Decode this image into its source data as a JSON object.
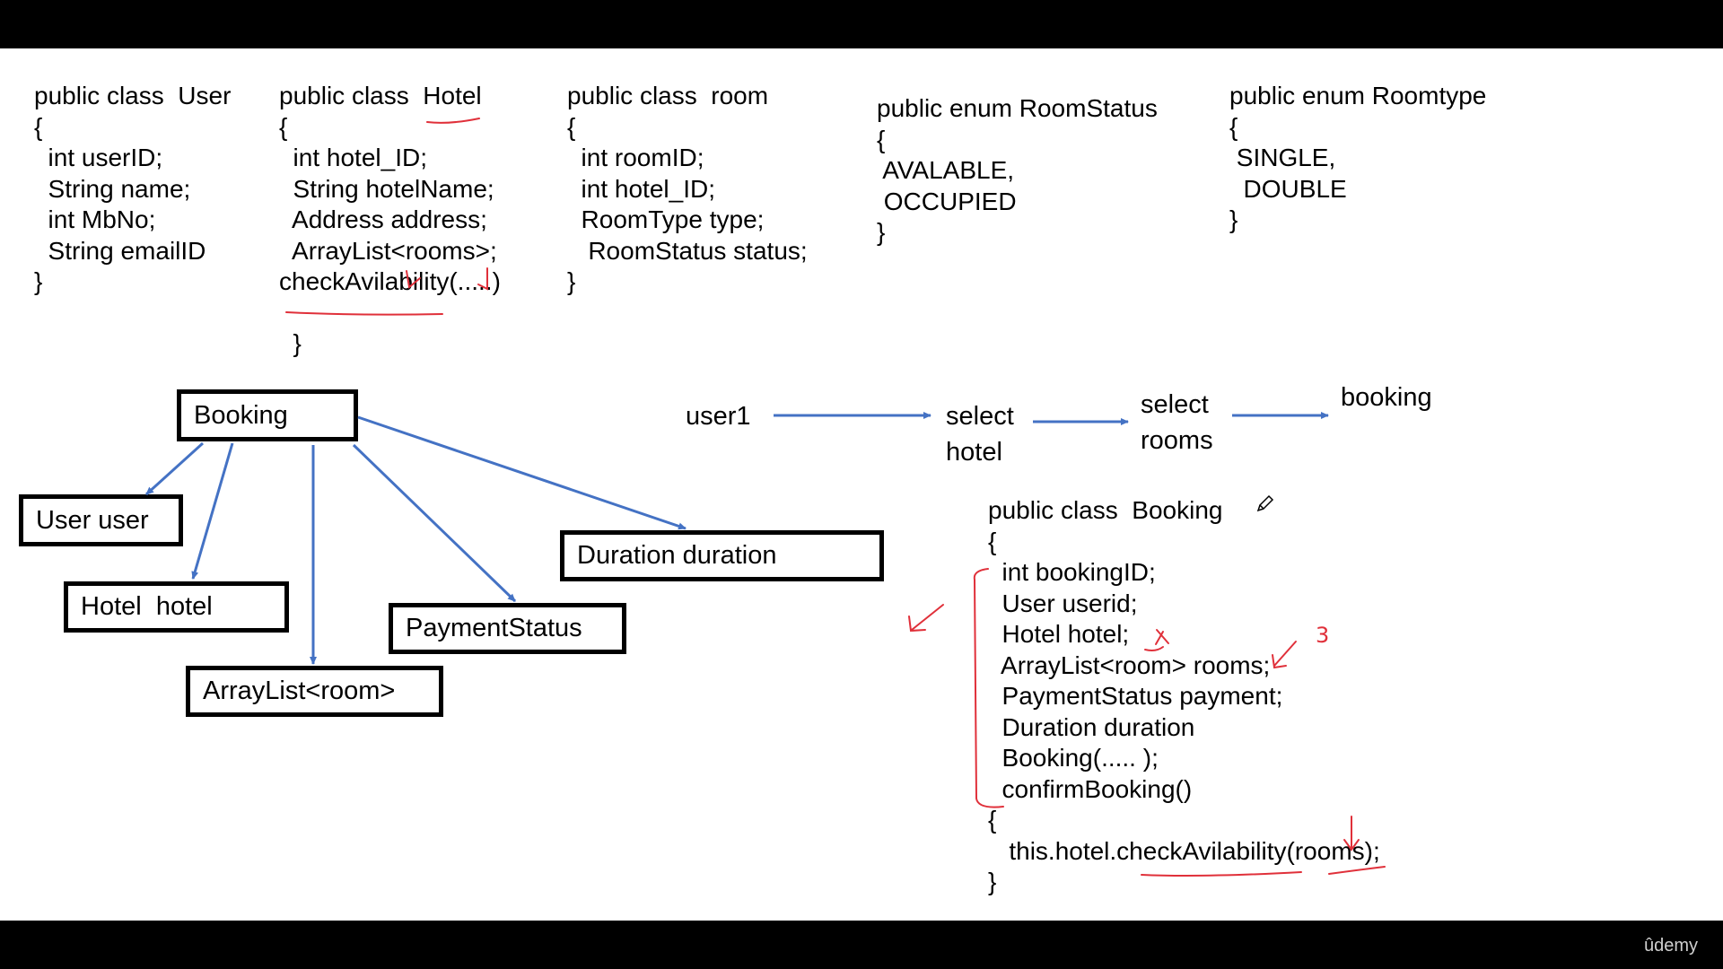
{
  "classes": {
    "user": [
      "public class  User",
      "{",
      "  int userID;",
      "  String name;",
      "  int MbNo;",
      "  String emailID",
      "}"
    ],
    "hotel": [
      "public class  Hotel",
      "{",
      "  int hotel_ID;",
      "  String hotelName;",
      "  Address address;",
      "  ArrayList<rooms>;",
      "checkAvilability(.....)",
      "",
      "  }"
    ],
    "room": [
      "public class  room",
      "{",
      "  int roomID;",
      "  int hotel_ID;",
      "  RoomType type;",
      "   RoomStatus status;",
      "}"
    ],
    "room_status": [
      "public enum RoomStatus",
      "{",
      " AVALABLE,",
      " OCCUPIED",
      "}"
    ],
    "room_type": [
      "public enum Roomtype",
      "{",
      " SINGLE,",
      "  DOUBLE",
      "}"
    ],
    "booking": [
      "public class  Booking",
      "{",
      "  int bookingID;",
      "  User userid;",
      "  Hotel hotel;",
      "  ArrayList<room> rooms;",
      "  PaymentStatus payment;",
      "  Duration duration",
      "  Booking(..... );",
      "  confirmBooking()",
      "{",
      "   this.hotel.checkAvilability(rooms);",
      "}"
    ]
  },
  "diagram": {
    "root": "Booking",
    "children": {
      "user": "User user",
      "hotel": "Hotel  hotel",
      "arraylist": "ArrayList<room>",
      "payment": "PaymentStatus",
      "duration": "Duration duration"
    }
  },
  "flow": {
    "user": "user1",
    "select_hotel": "select\nhotel",
    "select_rooms": "select\nrooms",
    "booking": "booking"
  },
  "annotations": {
    "mark_x": "x",
    "mark_3": "3"
  },
  "colors": {
    "arrow_blue": "#4472C4",
    "ink_red": "#E0303A",
    "slide_bg": "#FFFFFF",
    "frame_bg": "#000000"
  },
  "watermark": "ûdemy"
}
